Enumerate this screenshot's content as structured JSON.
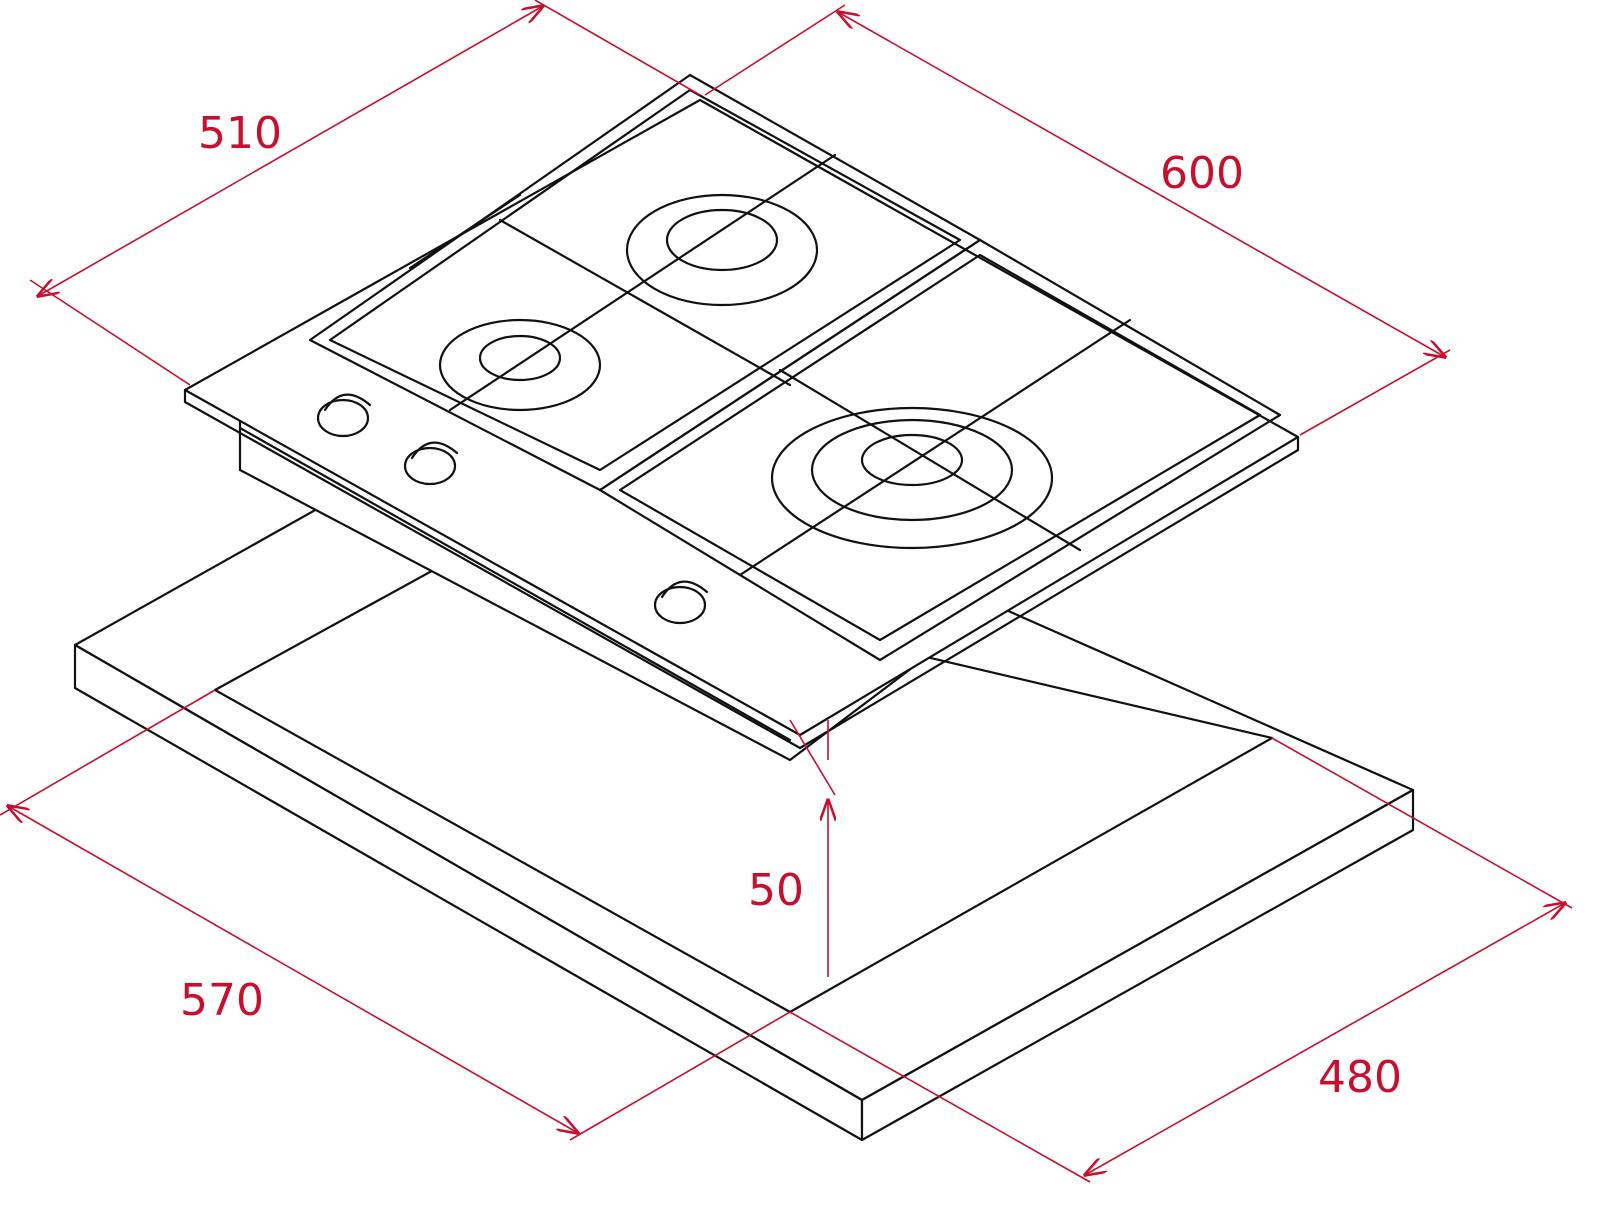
{
  "title": "Gas hob installation dimensions",
  "colors": {
    "dimension": "#c8102e",
    "line": "#111111"
  },
  "dimensions": {
    "hob_depth": "510",
    "hob_width": "600",
    "cutout_width": "570",
    "cutout_depth": "480",
    "height_below": "50"
  }
}
